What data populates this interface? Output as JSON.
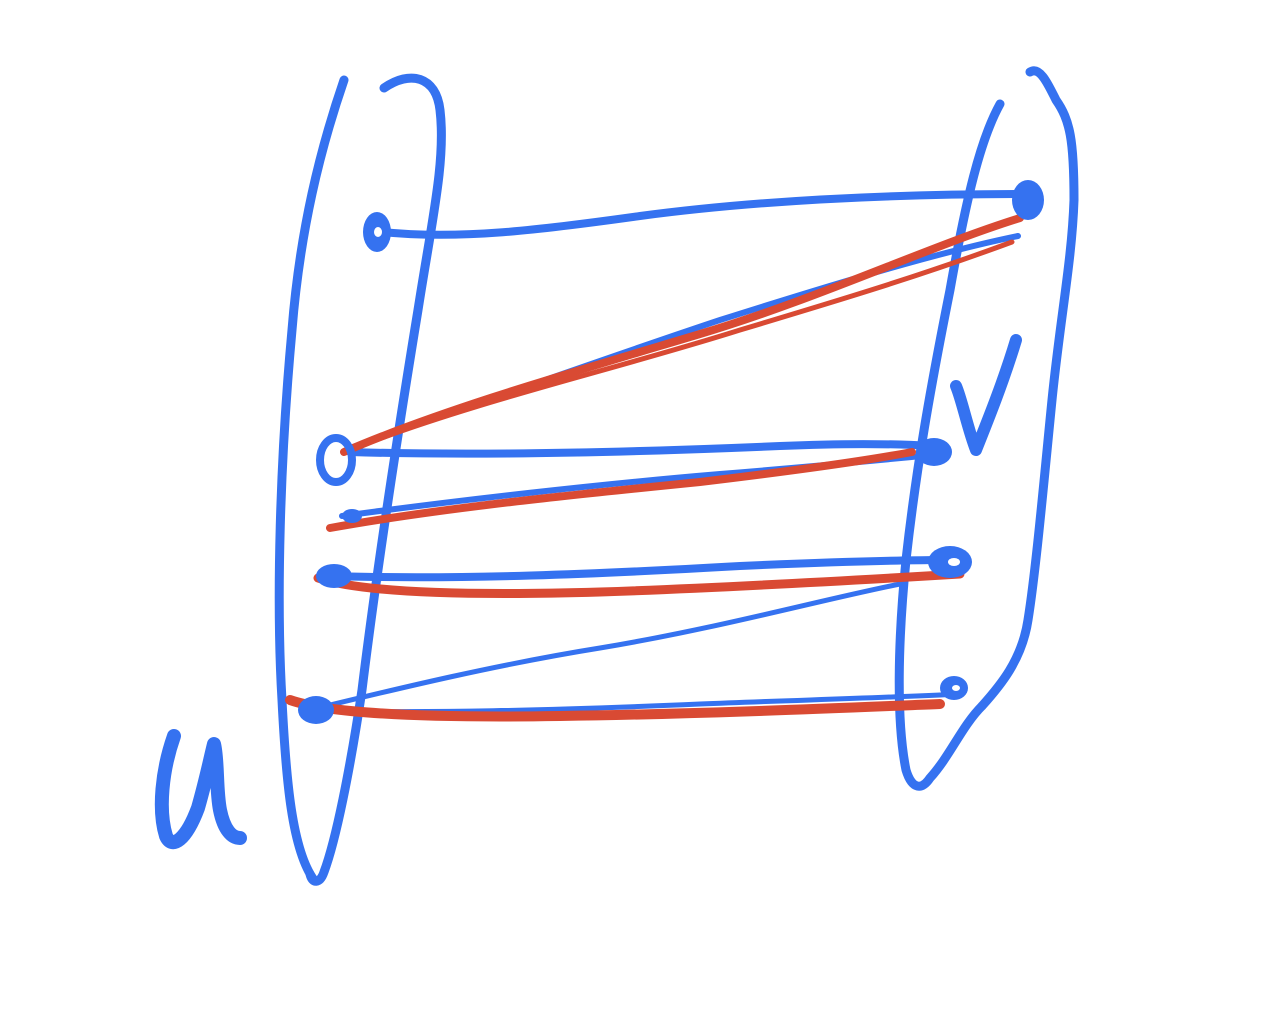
{
  "diagram": {
    "colors": {
      "blue_ink": "#3572F0",
      "red_ink": "#D94A33",
      "background": "#FFFFFF"
    },
    "sets": [
      {
        "id": "U",
        "label": "u",
        "vertex_count": 4
      },
      {
        "id": "V",
        "label": "v",
        "vertex_count": 4
      }
    ],
    "blue_edges": [
      {
        "from": "u1",
        "to": "v1"
      },
      {
        "from": "u2",
        "to": "v1"
      },
      {
        "from": "u2",
        "to": "v2"
      },
      {
        "from": "u3",
        "to": "v2"
      },
      {
        "from": "u3",
        "to": "v3"
      },
      {
        "from": "u4",
        "to": "v3"
      },
      {
        "from": "u4",
        "to": "v4"
      }
    ],
    "red_edges": [
      {
        "from": "u2",
        "to": "v1"
      },
      {
        "from": "u3",
        "to": "v2"
      },
      {
        "from": "u3",
        "to": "v3"
      },
      {
        "from": "u4",
        "to": "v4"
      }
    ]
  }
}
